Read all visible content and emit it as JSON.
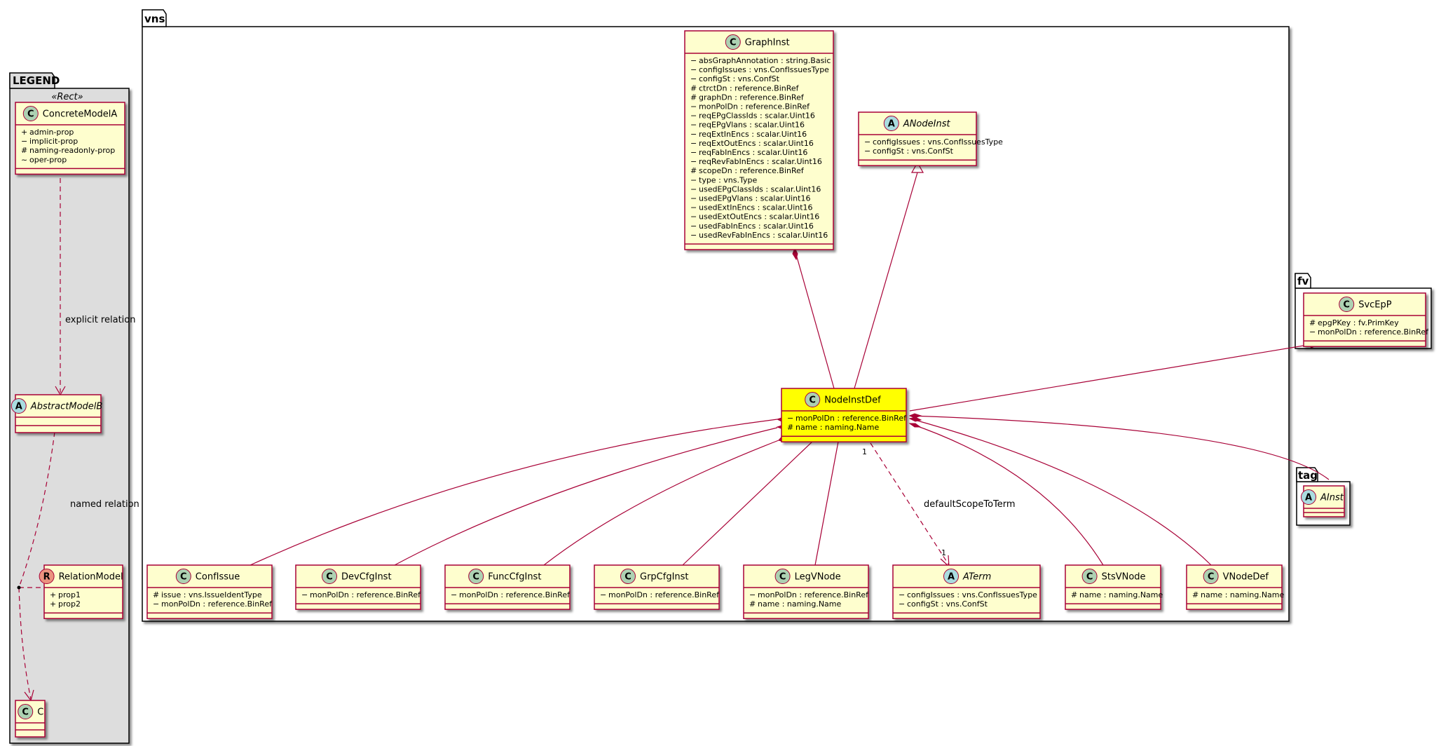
{
  "packages": {
    "legend": "LEGEND",
    "vns": "vns",
    "fv": "fv",
    "tag": "tag"
  },
  "legend": {
    "stereotype": "«Rect»",
    "concrete_model": {
      "name": "ConcreteModelA",
      "attrs": [
        {
          "sym": "+",
          "text": "admin-prop"
        },
        {
          "sym": "−",
          "text": "implicit-prop"
        },
        {
          "sym": "#",
          "text": "naming-readonly-prop"
        },
        {
          "sym": "~",
          "text": "oper-prop"
        }
      ]
    },
    "abstract_model": {
      "name": "AbstractModelB"
    },
    "relation_model": {
      "name": "RelationModel",
      "attrs": [
        {
          "sym": "+",
          "text": "prop1"
        },
        {
          "sym": "+",
          "text": "prop2"
        }
      ]
    },
    "c_model": {
      "name": "C"
    },
    "explicit_relation": "explicit relation",
    "named_relation": "named relation"
  },
  "classes": {
    "graphinst": {
      "name": "GraphInst",
      "attrs": [
        {
          "sym": "−",
          "text": "absGraphAnnotation : string.Basic"
        },
        {
          "sym": "−",
          "text": "configIssues : vns.ConfIssuesType"
        },
        {
          "sym": "−",
          "text": "configSt : vns.ConfSt"
        },
        {
          "sym": "#",
          "text": "ctrctDn : reference.BinRef"
        },
        {
          "sym": "#",
          "text": "graphDn : reference.BinRef"
        },
        {
          "sym": "−",
          "text": "monPolDn : reference.BinRef"
        },
        {
          "sym": "−",
          "text": "reqEPgClassIds : scalar.Uint16"
        },
        {
          "sym": "−",
          "text": "reqEPgVlans : scalar.Uint16"
        },
        {
          "sym": "−",
          "text": "reqExtInEncs : scalar.Uint16"
        },
        {
          "sym": "−",
          "text": "reqExtOutEncs : scalar.Uint16"
        },
        {
          "sym": "−",
          "text": "reqFabInEncs : scalar.Uint16"
        },
        {
          "sym": "−",
          "text": "reqRevFabInEncs : scalar.Uint16"
        },
        {
          "sym": "#",
          "text": "scopeDn : reference.BinRef"
        },
        {
          "sym": "−",
          "text": "type : vns.Type"
        },
        {
          "sym": "−",
          "text": "usedEPgClassIds : scalar.Uint16"
        },
        {
          "sym": "−",
          "text": "usedEPgVlans : scalar.Uint16"
        },
        {
          "sym": "−",
          "text": "usedExtInEncs : scalar.Uint16"
        },
        {
          "sym": "−",
          "text": "usedExtOutEncs : scalar.Uint16"
        },
        {
          "sym": "−",
          "text": "usedFabInEncs : scalar.Uint16"
        },
        {
          "sym": "−",
          "text": "usedRevFabInEncs : scalar.Uint16"
        }
      ]
    },
    "anodeinst": {
      "name": "ANodeInst",
      "attrs": [
        {
          "sym": "−",
          "text": "configIssues : vns.ConfIssuesType"
        },
        {
          "sym": "−",
          "text": "configSt : vns.ConfSt"
        }
      ]
    },
    "nodeinstdef": {
      "name": "NodeInstDef",
      "attrs": [
        {
          "sym": "−",
          "text": "monPolDn : reference.BinRef"
        },
        {
          "sym": "#",
          "text": "name : naming.Name"
        }
      ]
    },
    "svcepp": {
      "name": "SvcEpP",
      "attrs": [
        {
          "sym": "#",
          "text": "epgPKey : fv.PrimKey"
        },
        {
          "sym": "−",
          "text": "monPolDn : reference.BinRef"
        }
      ]
    },
    "ainst": {
      "name": "AInst"
    },
    "confissue": {
      "name": "ConfIssue",
      "attrs": [
        {
          "sym": "#",
          "text": "issue : vns.IssueIdentType"
        },
        {
          "sym": "−",
          "text": "monPolDn : reference.BinRef"
        }
      ]
    },
    "devcfginst": {
      "name": "DevCfgInst",
      "attrs": [
        {
          "sym": "−",
          "text": "monPolDn : reference.BinRef"
        }
      ]
    },
    "funccfginst": {
      "name": "FuncCfgInst",
      "attrs": [
        {
          "sym": "−",
          "text": "monPolDn : reference.BinRef"
        }
      ]
    },
    "grpcfginst": {
      "name": "GrpCfgInst",
      "attrs": [
        {
          "sym": "−",
          "text": "monPolDn : reference.BinRef"
        }
      ]
    },
    "legvnode": {
      "name": "LegVNode",
      "attrs": [
        {
          "sym": "−",
          "text": "monPolDn : reference.BinRef"
        },
        {
          "sym": "#",
          "text": "name : naming.Name"
        }
      ]
    },
    "aterm": {
      "name": "ATerm",
      "attrs": [
        {
          "sym": "−",
          "text": "configIssues : vns.ConfIssuesType"
        },
        {
          "sym": "−",
          "text": "configSt : vns.ConfSt"
        }
      ]
    },
    "stsvnode": {
      "name": "StsVNode",
      "attrs": [
        {
          "sym": "#",
          "text": "name : naming.Name"
        }
      ]
    },
    "vnodedef": {
      "name": "VNodeDef",
      "attrs": [
        {
          "sym": "#",
          "text": "name : naming.Name"
        }
      ]
    }
  },
  "relations": {
    "default_scope": "defaultScopeToTerm",
    "mult_source": "1",
    "mult_target": "1"
  },
  "colors": {
    "class_fill": "#FEFECE",
    "highlight_fill": "#FFFF00",
    "border": "#A80036",
    "legend_bg": "#DDDDDD",
    "circle_class": "#ADD1B2",
    "circle_abstract": "#A9DCDF",
    "circle_relation": "#EB937F"
  }
}
